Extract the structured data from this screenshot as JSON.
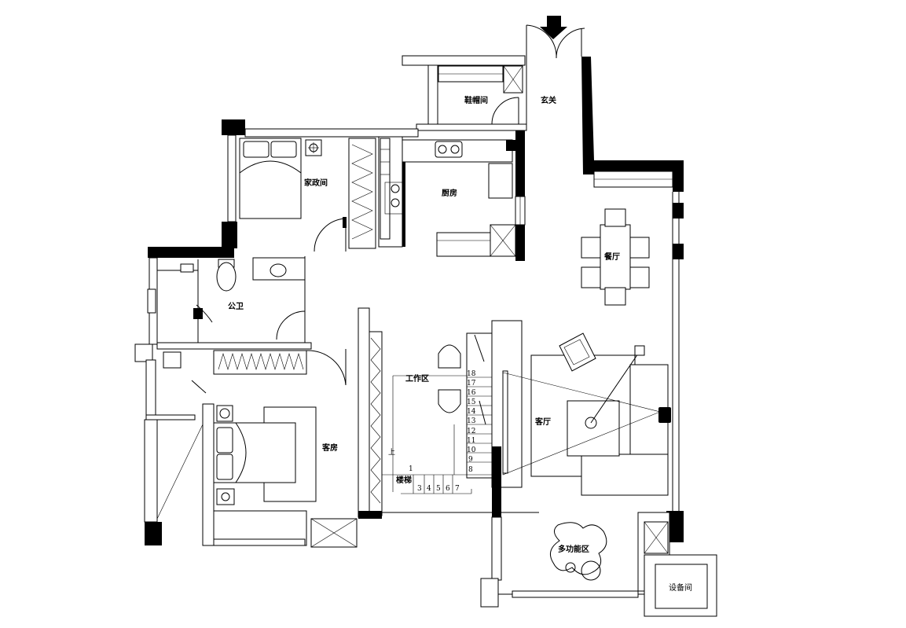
{
  "rooms": {
    "cloakroom": "鞋帽间",
    "entrance": "玄关",
    "maid_room": "家政间",
    "kitchen": "厨房",
    "dining": "餐厅",
    "public_bath": "公卫",
    "work_area": "工作区",
    "living": "客厅",
    "guest_room": "客房",
    "stairs": "楼梯",
    "multi_function": "多功能区",
    "equipment": "设备间"
  },
  "stairs": {
    "up_mark": "上",
    "steps_right": [
      "18",
      "17",
      "16",
      "15",
      "14",
      "13",
      "12",
      "11",
      "10",
      "9",
      "8"
    ],
    "step_first": "1",
    "steps_bottom": [
      "3",
      "4",
      "5",
      "6",
      "7"
    ]
  }
}
